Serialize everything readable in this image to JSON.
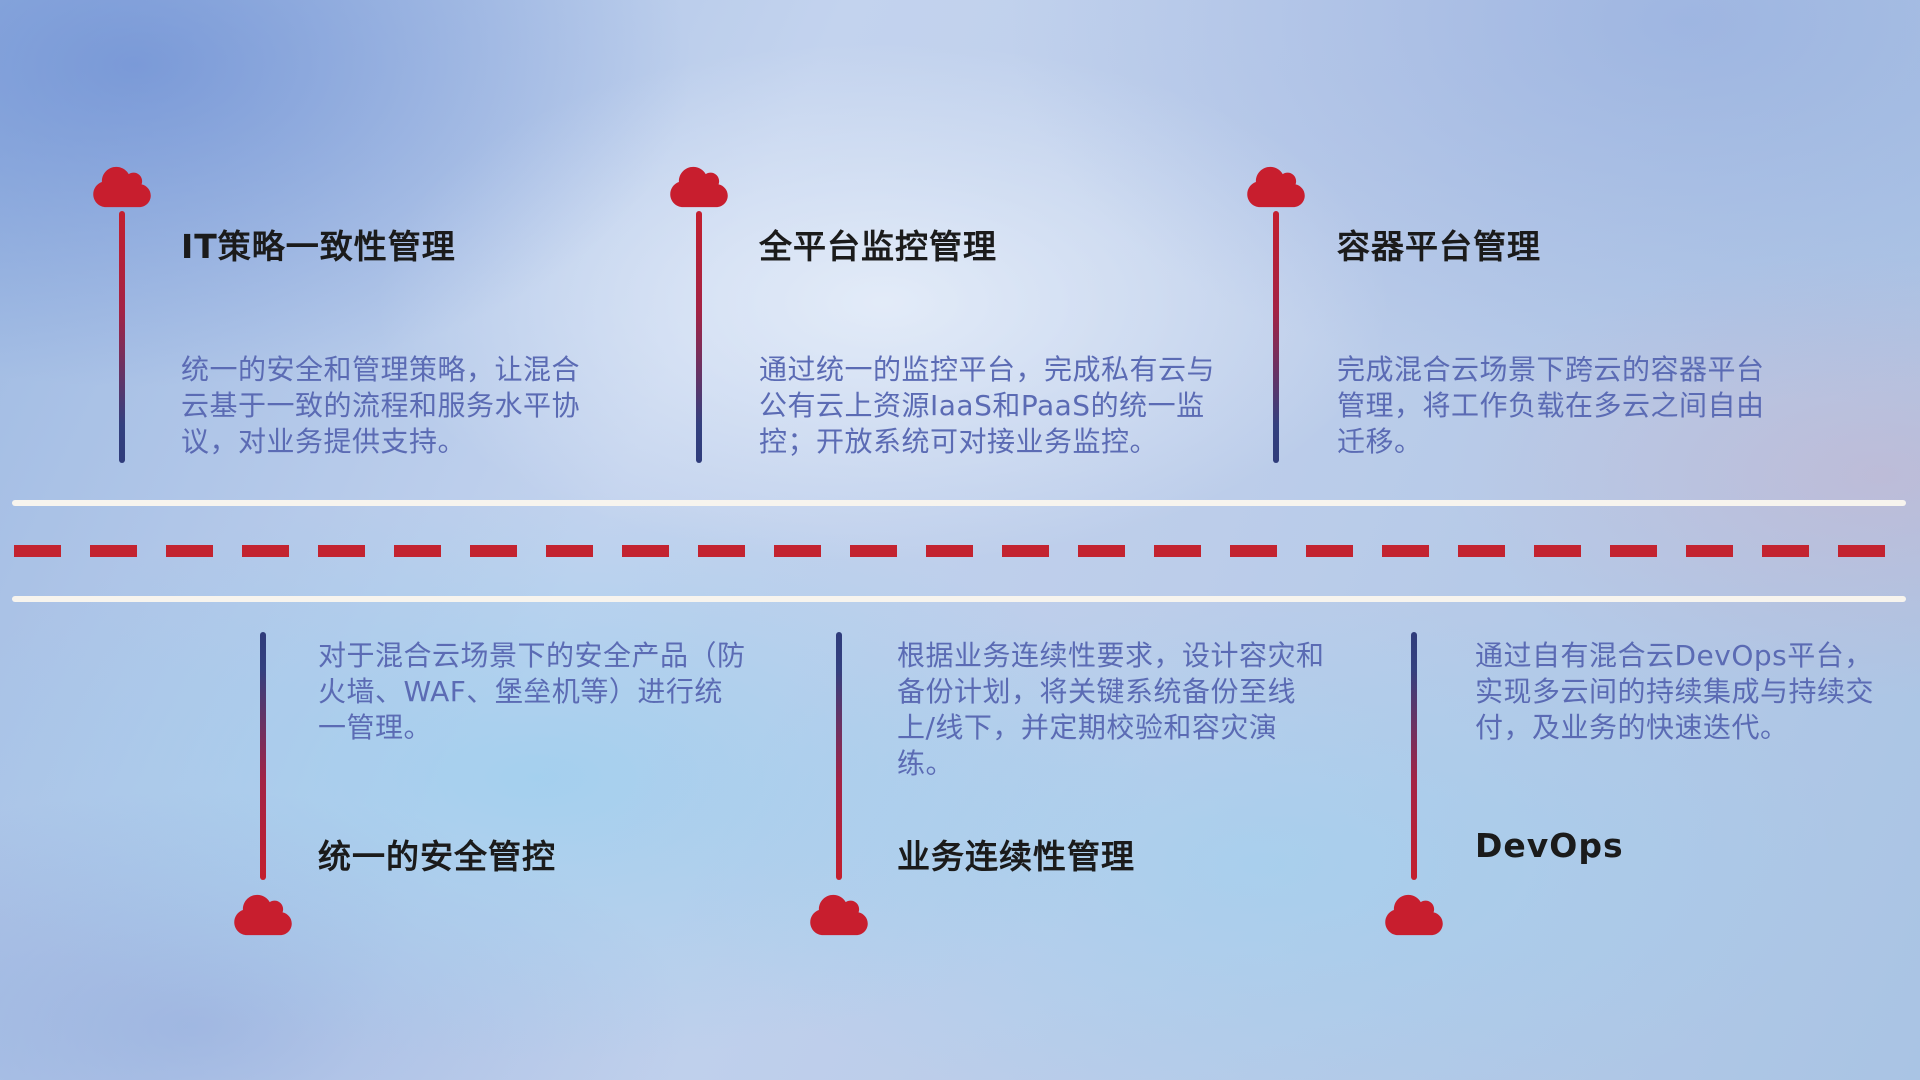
{
  "colors": {
    "accent_red": "#c81e2e",
    "stem_navy": "#2f3c7b",
    "description_text": "#5b6bb4",
    "title_text": "#1b1b1b",
    "road_white": "#f7f4ee"
  },
  "top_items": [
    {
      "title": "IT策略一致性管理",
      "description": "统一的安全和管理策略，让混合云基于一致的流程和服务水平协议，对业务提供支持。"
    },
    {
      "title": "全平台监控管理",
      "description": "通过统一的监控平台，完成私有云与公有云上资源IaaS和PaaS的统一监控；开放系统可对接业务监控。"
    },
    {
      "title": "容器平台管理",
      "description": "完成混合云场景下跨云的容器平台管理，将工作负载在多云之间自由迁移。"
    }
  ],
  "bottom_items": [
    {
      "title": "统一的安全管控",
      "description": "对于混合云场景下的安全产品（防火墙、WAF、堡垒机等）进行统一管理。"
    },
    {
      "title": "业务连续性管理",
      "description": "根据业务连续性要求，设计容灾和备份计划，将关键系统备份至线上/线下，并定期校验和容灾演练。"
    },
    {
      "title": "DevOps",
      "description": "通过自有混合云DevOps平台，实现多云间的持续集成与持续交付，及业务的快速迭代。"
    }
  ]
}
